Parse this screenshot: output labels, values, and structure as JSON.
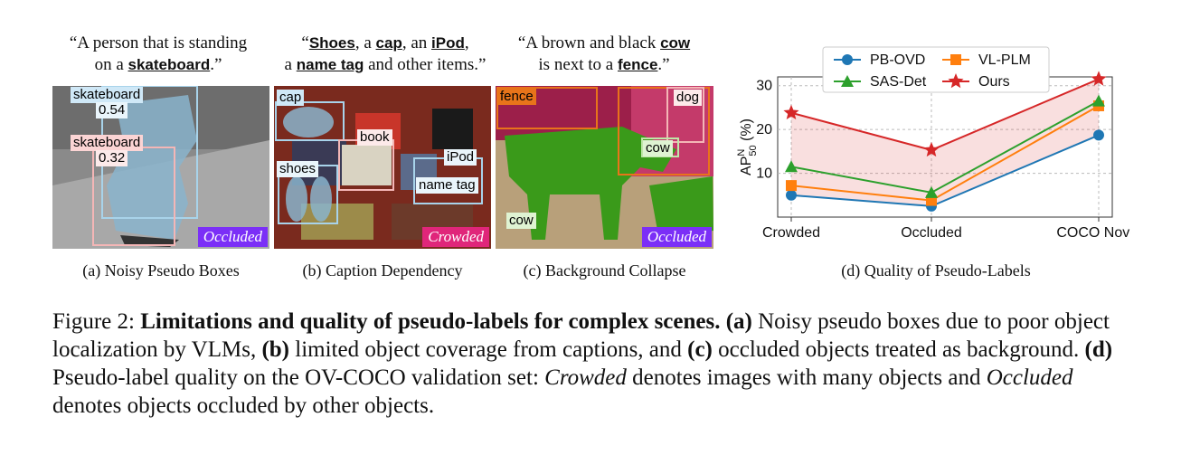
{
  "panels": [
    {
      "quote": [
        "“A person that is standing",
        "on a ",
        "skateboard",
        ".”"
      ],
      "badge": "Occluded",
      "subcaption": "(a) Noisy Pseudo Boxes",
      "labels": [
        "skateboard",
        "0.54",
        "skateboard",
        "0.32"
      ]
    },
    {
      "quote": [
        "“",
        "Shoes",
        ", a ",
        "cap",
        ", an ",
        "iPod",
        ",",
        "a ",
        "name tag",
        " and other items.”"
      ],
      "badge": "Crowded",
      "subcaption": "(b) Caption Dependency",
      "labels": [
        "cap",
        "book",
        "shoes",
        "iPod",
        "name tag"
      ]
    },
    {
      "quote": [
        "“A brown and black ",
        "cow",
        "is next to a ",
        "fence",
        ".”"
      ],
      "badge": "Occluded",
      "subcaption": "(c) Background Collapse",
      "labels": [
        "fence",
        "dog",
        "cow",
        "cow"
      ]
    }
  ],
  "chart_subcaption": "(d) Quality of Pseudo-Labels",
  "colors": {
    "pbovd": "#1f77b4",
    "vlplm": "#ff7f0e",
    "sasdet": "#2ca02c",
    "ours": "#d62728",
    "occluded_badge": "#7b2ff7",
    "crowded_badge": "#e0267a"
  },
  "chart_data": {
    "type": "line",
    "categories": [
      "Crowded",
      "Occluded",
      "COCO Novel"
    ],
    "ylabel": "AP50N (%)",
    "ylabel_main": "AP",
    "ylabel_sup": "N",
    "ylabel_sub": "50",
    "ylabel_unit": "(%)",
    "yticks": [
      "10",
      "20",
      "30"
    ],
    "ylim": [
      0,
      32
    ],
    "grid": true,
    "legend_position": "top",
    "series": [
      {
        "name": "PB-OVD",
        "marker": "circle",
        "values": [
          5.0,
          2.5,
          18.7
        ]
      },
      {
        "name": "VL-PLM",
        "marker": "square",
        "values": [
          7.2,
          3.8,
          25.4
        ]
      },
      {
        "name": "SAS-Det",
        "marker": "triangle",
        "values": [
          11.5,
          5.6,
          26.5
        ]
      },
      {
        "name": "Ours",
        "marker": "star",
        "values": [
          23.8,
          15.3,
          31.5
        ]
      }
    ]
  },
  "caption": {
    "prefix": "Figure 2: ",
    "bold_title": "Limitations and quality of pseudo-labels for complex scenes.",
    "a_label": "(a)",
    "a_text": " Noisy pseudo boxes due to poor object localization by VLMs, ",
    "b_label": "(b)",
    "b_text": " limited object coverage from captions, and ",
    "c_label": "(c)",
    "c_text": " occluded objects treated as background. ",
    "d_label": "(d)",
    "d_text": " Pseudo-label quality on the OV-COCO validation set: ",
    "crowded_word": "Crowded",
    "d_text2": " denotes images with many objects and ",
    "occluded_word": "Occluded",
    "d_text3": " denotes objects occluded by other objects."
  }
}
